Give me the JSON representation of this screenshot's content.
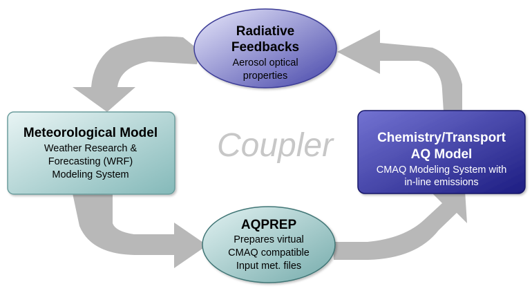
{
  "diagram": {
    "center_label": "Coupler",
    "colors": {
      "arrow_gray": "#b8b8b8",
      "teal_light": "#d7ecec",
      "teal_dark": "#80b8b8",
      "purple_light": "#d8d8f3",
      "purple_dark": "#4f4fb6",
      "navy_dark": "#1a1a82",
      "coupler_text": "#c7c7c7"
    },
    "nodes": {
      "radiative_feedbacks": {
        "title": "Radiative",
        "title_2": "Feedbacks",
        "line1": "Aerosol optical",
        "line2": "properties"
      },
      "meteorological_model": {
        "title": "Meteorological Model",
        "line1": "Weather Research &",
        "line2": "Forecasting (WRF)",
        "line3": "Modeling System"
      },
      "chemistry_transport": {
        "title": "Chemistry/Transport",
        "title_2": "AQ Model",
        "line1": "CMAQ Modeling System with",
        "line2": "in-line emissions"
      },
      "aqprep": {
        "title": "AQPREP",
        "line1": "Prepares virtual",
        "line2": "CMAQ compatible",
        "line3": "Input met. files"
      }
    }
  }
}
